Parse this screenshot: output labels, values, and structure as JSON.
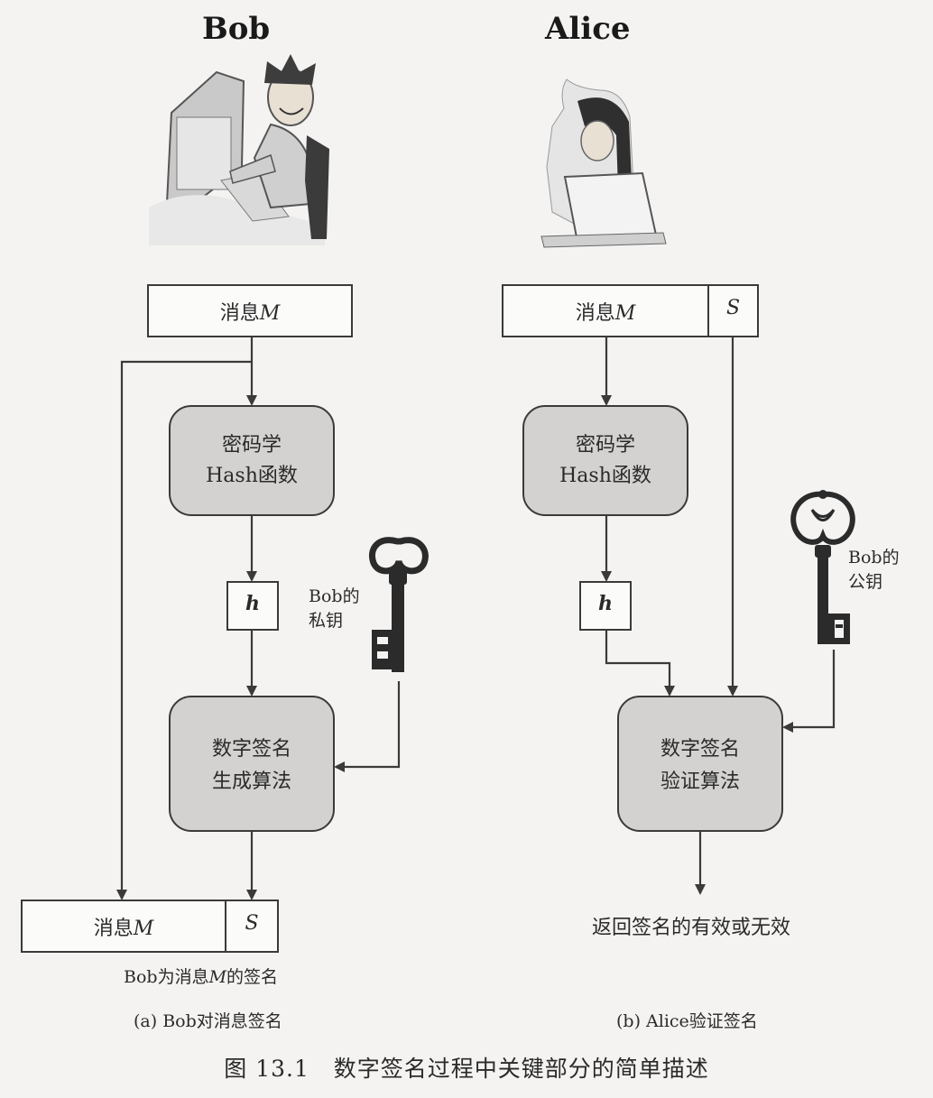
{
  "panel_a": {
    "person": "Bob",
    "message_box": {
      "prefix": "消息",
      "var": "M"
    },
    "hash_box": {
      "line1": "密码学",
      "line2": "Hash函数"
    },
    "hash_value": "h",
    "key_label": {
      "line1": "Bob的",
      "line2": "私钥"
    },
    "sign_box": {
      "line1": "数字签名",
      "line2": "生成算法"
    },
    "output_message": {
      "prefix": "消息",
      "var": "M",
      "sig": "S"
    },
    "output_label": {
      "prefix": "Bob为消息",
      "var": "M",
      "suffix": "的签名"
    },
    "caption": "(a) Bob对消息签名"
  },
  "panel_b": {
    "person": "Alice",
    "message_box": {
      "prefix": "消息",
      "var": "M",
      "sig": "S"
    },
    "hash_box": {
      "line1": "密码学",
      "line2": "Hash函数"
    },
    "hash_value": "h",
    "key_label": {
      "line1": "Bob的",
      "line2": "公钥"
    },
    "verify_box": {
      "line1": "数字签名",
      "line2": "验证算法"
    },
    "result": "返回签名的有效或无效",
    "caption": "(b) Alice验证签名"
  },
  "figure_caption": "图 13.1   数字签名过程中关键部分的简单描述",
  "colors": {
    "process_fill": "#d3d2d0",
    "line": "#3a3a3a",
    "key": "#2b2b2b"
  }
}
